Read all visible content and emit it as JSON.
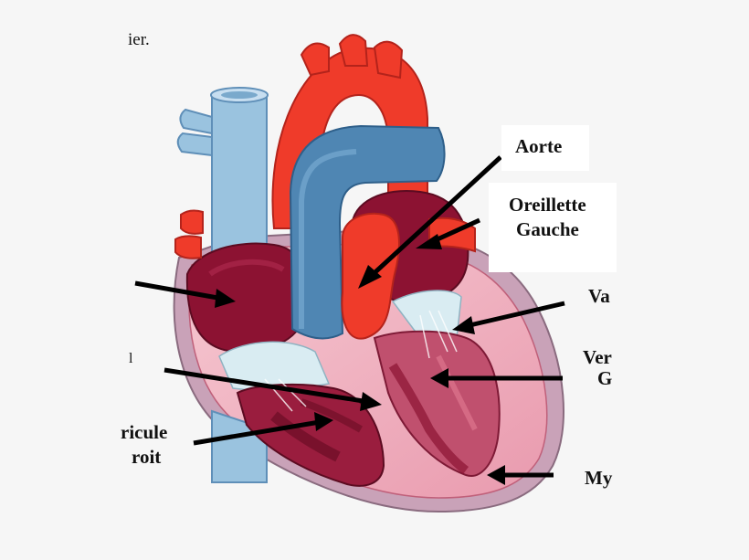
{
  "header_fragment": "ier.",
  "labels": {
    "aorte": "Aorte",
    "oreillette_gauche": [
      "Oreillette",
      "Gauche"
    ],
    "valve_fragment": "Va",
    "ventricule_gauche_fragment": [
      "Ver",
      "G"
    ],
    "myocarde_fragment": "My",
    "ventricule_droit_fragment": [
      "ricule",
      "roit"
    ],
    "left_mark": "l"
  },
  "colors": {
    "vena_cava": "#9ac3df",
    "vena_cava_dark": "#5f8fb8",
    "pulmonary_artery": "#4f86b3",
    "aorta": "#ef3b2a",
    "aorta_dark": "#c62a20",
    "chamber": "#8c1232",
    "muscle_wall": "#f2b5c2",
    "muscle_inner": "#d9718a",
    "pericardium": "#c8a0b7",
    "valve_tissue": "#d9ecf2",
    "arrow": "#000000"
  },
  "icons": [
    "heart-anatomy-illustration",
    "arrow-icon"
  ]
}
